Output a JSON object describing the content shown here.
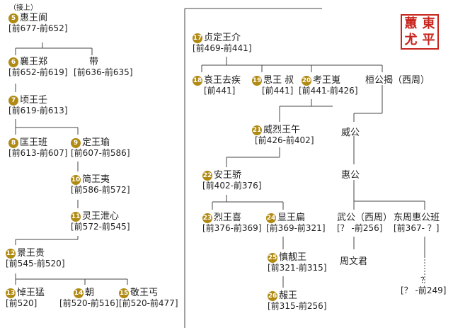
{
  "top_note": "（接上）",
  "seal": [
    "東",
    "平",
    "蕙",
    "尤"
  ],
  "nodes": [
    {
      "id": "n5",
      "num": "5",
      "name": "惠王阆",
      "dates": "[前677-前652]"
    },
    {
      "id": "n6",
      "num": "6",
      "name": "襄王郑",
      "dates": "[前652-前619]"
    },
    {
      "id": "dai",
      "num": "",
      "name": "带",
      "dates": "[前636-前635]"
    },
    {
      "id": "n7",
      "num": "7",
      "name": "顷王壬",
      "dates": "[前619-前613]"
    },
    {
      "id": "n8",
      "num": "8",
      "name": "匡王班",
      "dates": "[前613-前607]"
    },
    {
      "id": "n9",
      "num": "9",
      "name": "定王瑜",
      "dates": "[前607-前586]"
    },
    {
      "id": "n10",
      "num": "10",
      "name": "简王夷",
      "dates": "[前586-前572]"
    },
    {
      "id": "n11",
      "num": "11",
      "name": "灵王泄心",
      "dates": "[前572-前545]"
    },
    {
      "id": "n12",
      "num": "12",
      "name": "景王贵",
      "dates": "[前545-前520]"
    },
    {
      "id": "n13",
      "num": "13",
      "name": "悼王猛",
      "dates": "[前520]"
    },
    {
      "id": "n14",
      "num": "14",
      "name": "朝",
      "dates": "[前520-前516]"
    },
    {
      "id": "n15",
      "num": "15",
      "name": "敬王丐",
      "dates": "[前520-前477]"
    },
    {
      "id": "n17",
      "num": "17",
      "name": "贞定王介",
      "dates": "[前469-前441]"
    },
    {
      "id": "n18",
      "num": "18",
      "name": "哀王去疾",
      "dates": "[前441]"
    },
    {
      "id": "n19",
      "num": "19",
      "name": "思王 叔",
      "dates": "[前441]"
    },
    {
      "id": "n20",
      "num": "20",
      "name": "考王嵬",
      "dates": "[前441-前426]"
    },
    {
      "id": "hg",
      "num": "",
      "name": "桓公揭（西周）",
      "dates": ""
    },
    {
      "id": "n21",
      "num": "21",
      "name": "威烈王午",
      "dates": "[前426-前402]"
    },
    {
      "id": "wg",
      "num": "",
      "name": "威公",
      "dates": ""
    },
    {
      "id": "n22",
      "num": "22",
      "name": "安王骄",
      "dates": "[前402-前376]"
    },
    {
      "id": "hui",
      "num": "",
      "name": "惠公",
      "dates": ""
    },
    {
      "id": "n23",
      "num": "23",
      "name": "烈王喜",
      "dates": "[前376-前369]"
    },
    {
      "id": "n24",
      "num": "24",
      "name": "显王扁",
      "dates": "[前369-前321]"
    },
    {
      "id": "wug",
      "num": "",
      "name": "武公（西周）",
      "dates": "[？ -前256]"
    },
    {
      "id": "dzh",
      "num": "",
      "name": "东周惠公班",
      "dates": "[前367- ？]"
    },
    {
      "id": "n25",
      "num": "25",
      "name": "慎靓王",
      "dates": "[前321-前315]"
    },
    {
      "id": "zwj",
      "num": "",
      "name": "周文君",
      "dates": ""
    },
    {
      "id": "q",
      "num": "",
      "name": "？",
      "dates": "[？ -前249]"
    },
    {
      "id": "n26",
      "num": "26",
      "name": "赧王",
      "dates": "[前315-前256]"
    }
  ]
}
